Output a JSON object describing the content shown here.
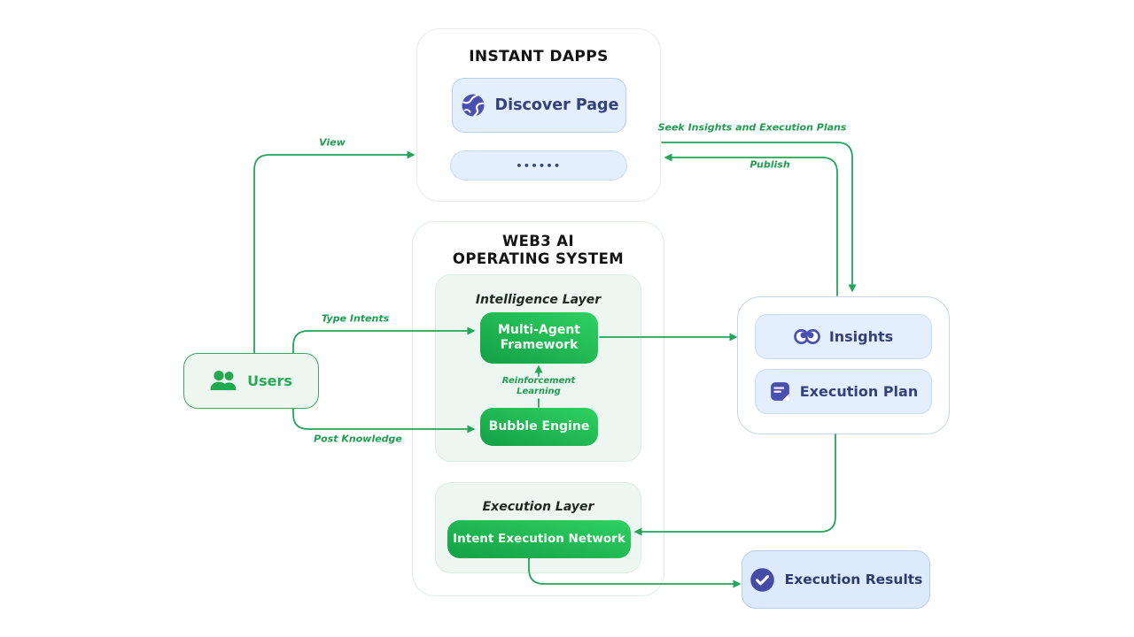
{
  "colors": {
    "line_green": "#23a55a",
    "label_green": "#1d9e50",
    "node_green_dark": "#13a047",
    "node_green_bright": "#2fd161",
    "panel_green_bg": "#edf6f0",
    "blue_chip_bg": "#e4effd",
    "navy_text": "#35417c",
    "icon_purple": "#4b50b0",
    "users_green": "#2aa957"
  },
  "instant_dapps": {
    "title": "INSTANT DAPPS",
    "discover_page": {
      "label": "Discover Page",
      "icon": "globe-icon"
    },
    "more": {
      "label": "••••••"
    }
  },
  "web3_os": {
    "title_lines": [
      "WEB3 AI",
      "OPERATING SYSTEM"
    ],
    "intelligence_layer": {
      "title": "Intelligence Layer",
      "multi_agent": "Multi-Agent Framework",
      "bubble_engine": "Bubble Engine"
    },
    "execution_layer": {
      "title": "Execution Layer",
      "intent_network": "Intent Execution Network"
    }
  },
  "users": {
    "label": "Users",
    "icon": "users-icon"
  },
  "outputs": {
    "insights": {
      "label": "Insights",
      "icon": "eyes-icon"
    },
    "execution_plan": {
      "label": "Execution Plan",
      "icon": "document-icon"
    }
  },
  "execution_results": {
    "label": "Execution Results",
    "icon": "check-circle-icon"
  },
  "edges": {
    "view": "View",
    "seek": "Seek Insights and Execution Plans",
    "publish": "Publish",
    "type_intents": "Type Intents",
    "post_knowledge": "Post Knowledge",
    "reinforcement": "Reinforcement Learning"
  }
}
